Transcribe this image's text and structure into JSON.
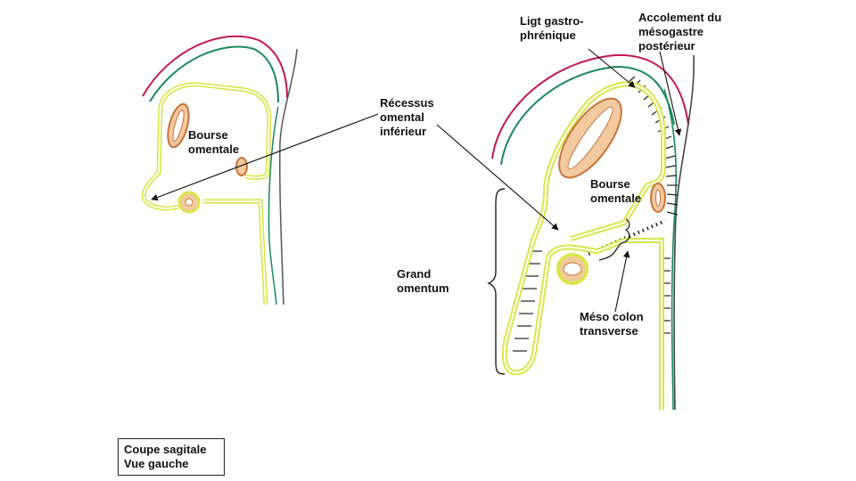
{
  "labels": {
    "bourse_left": [
      "Bourse",
      "omentale"
    ],
    "recessus": [
      "Récessus",
      "omental",
      "inférieur"
    ],
    "ligt": [
      "Ligt gastro-",
      "phrénique"
    ],
    "accolement": [
      "Accolement du",
      "mésogastre",
      "postérieur"
    ],
    "bourse_right": [
      "Bourse",
      "omentale"
    ],
    "grand_omentum": [
      "Grand",
      "omentum"
    ],
    "meso_colon": [
      "Méso colon",
      "transverse"
    ]
  },
  "caption": [
    "Coupe sagitale",
    "Vue gauche"
  ],
  "colors": {
    "peritoneum": "#d9e64a",
    "diaphragm_outer": "#c2184b",
    "diaphragm_inner": "#1a8a5a",
    "wall": "#444444",
    "organ_fill": "#f3c9a0",
    "organ_stroke": "#c8743a",
    "hatch": "#222222",
    "arrow": "#111111"
  }
}
